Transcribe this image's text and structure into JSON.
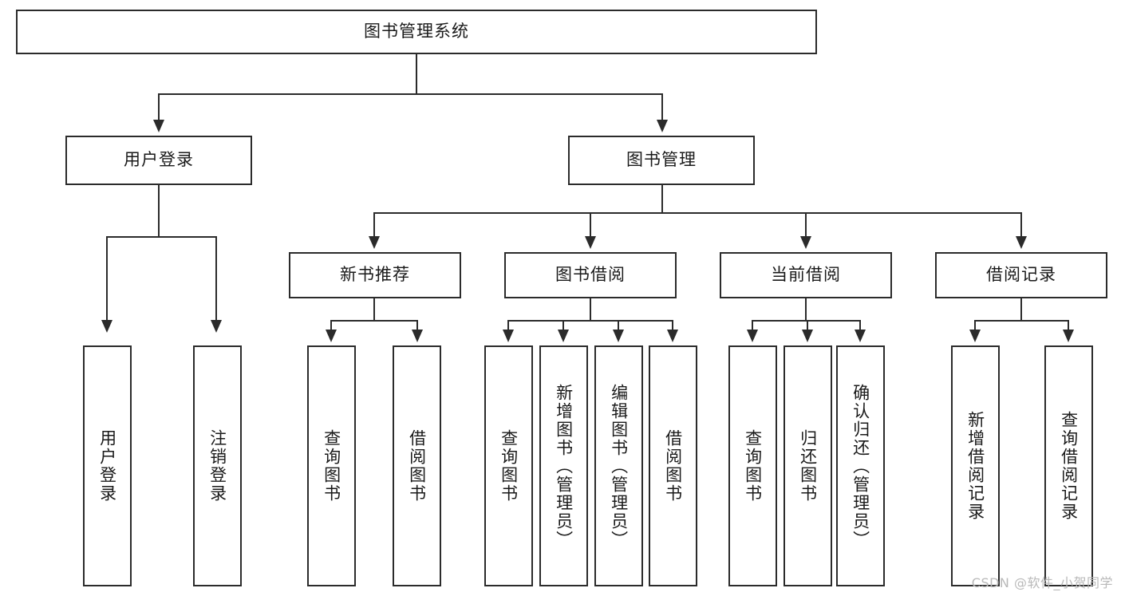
{
  "diagram": {
    "title": "图书管理系统",
    "watermark": "CSDN @软件_小贺同学",
    "levels": {
      "root": {
        "label": "图书管理系统"
      },
      "level2": [
        {
          "id": "user-login",
          "label": "用户登录"
        },
        {
          "id": "book-management",
          "label": "图书管理"
        }
      ],
      "level3": [
        {
          "id": "new-book-recommend",
          "label": "新书推荐"
        },
        {
          "id": "book-borrow",
          "label": "图书借阅"
        },
        {
          "id": "current-borrow",
          "label": "当前借阅"
        },
        {
          "id": "borrow-record",
          "label": "借阅记录"
        }
      ],
      "level4": [
        {
          "id": "leaf-user-login",
          "label": "用户登录",
          "parent": "user-login"
        },
        {
          "id": "leaf-logout-login",
          "label": "注销登录",
          "parent": "user-login"
        },
        {
          "id": "leaf-query-book-1",
          "label": "查询图书",
          "parent": "new-book-recommend"
        },
        {
          "id": "leaf-borrow-book-1",
          "label": "借阅图书",
          "parent": "new-book-recommend"
        },
        {
          "id": "leaf-query-book-2",
          "label": "查询图书",
          "parent": "book-borrow"
        },
        {
          "id": "leaf-add-book",
          "label": "新增图书（管理员）",
          "parent": "book-borrow"
        },
        {
          "id": "leaf-edit-book",
          "label": "编辑图书（管理员）",
          "parent": "book-borrow"
        },
        {
          "id": "leaf-borrow-book-2",
          "label": "借阅图书",
          "parent": "book-borrow"
        },
        {
          "id": "leaf-query-book-3",
          "label": "查询图书",
          "parent": "current-borrow"
        },
        {
          "id": "leaf-return-book",
          "label": "归还图书",
          "parent": "current-borrow"
        },
        {
          "id": "leaf-confirm-return",
          "label": "确认归还（管理员）",
          "parent": "current-borrow"
        },
        {
          "id": "leaf-add-record",
          "label": "新增借阅记录",
          "parent": "borrow-record"
        },
        {
          "id": "leaf-query-record",
          "label": "查询借阅记录",
          "parent": "borrow-record"
        }
      ]
    },
    "colors": {
      "stroke": "#2b2b2b",
      "fill": "#ffffff",
      "text": "#1a1a1a",
      "watermark": "#b9b9b9"
    }
  }
}
